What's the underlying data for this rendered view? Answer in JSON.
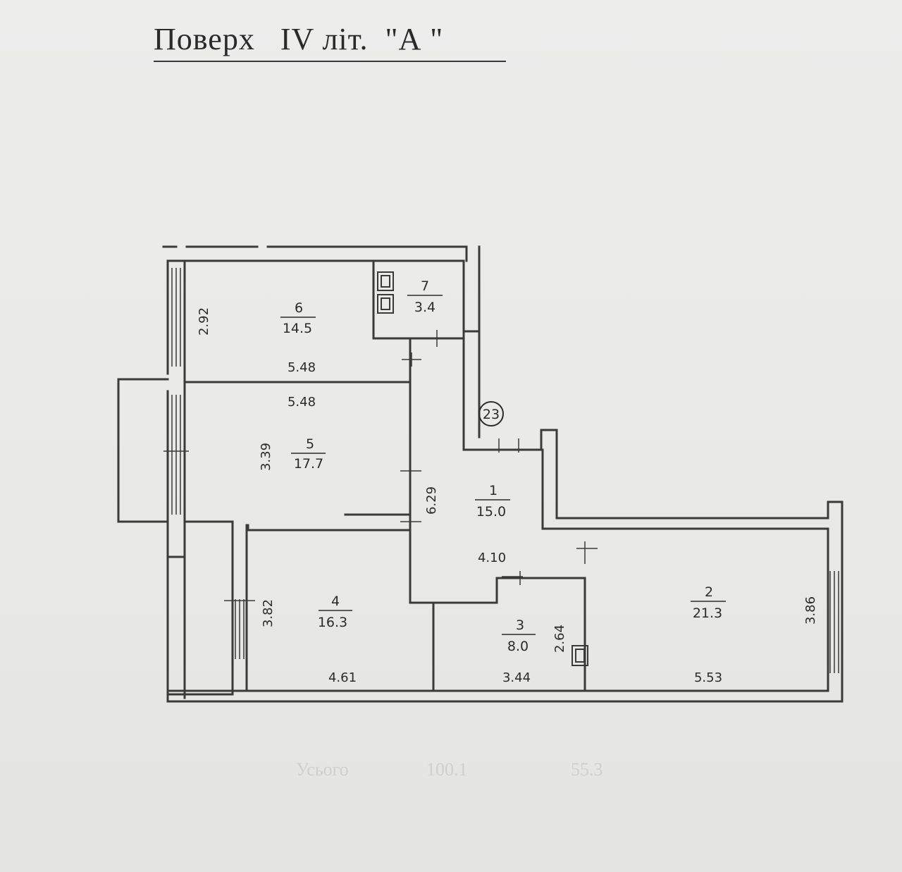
{
  "title": "Поверх   IV літ.  \"А \"",
  "marker": "23",
  "rooms": [
    {
      "number": "6",
      "area": "14.5"
    },
    {
      "number": "7",
      "area": "3.4"
    },
    {
      "number": "5",
      "area": "17.7"
    },
    {
      "number": "1",
      "area": "15.0"
    },
    {
      "number": "4",
      "area": "16.3"
    },
    {
      "number": "3",
      "area": "8.0"
    },
    {
      "number": "2",
      "area": "21.3"
    }
  ],
  "dimensions": {
    "room6_width": "5.48",
    "room6_height": "2.92",
    "room5_width": "5.48",
    "room5_height": "3.39",
    "room1_height": "6.29",
    "room1_width": "4.10",
    "room4_height": "3.82",
    "room4_width": "4.61",
    "room3_height": "2.64",
    "room3_width": "3.44",
    "room2_width": "5.53",
    "room2_height": "3.86"
  },
  "show_through": [
    "Усього",
    "100.1",
    "55.3"
  ]
}
